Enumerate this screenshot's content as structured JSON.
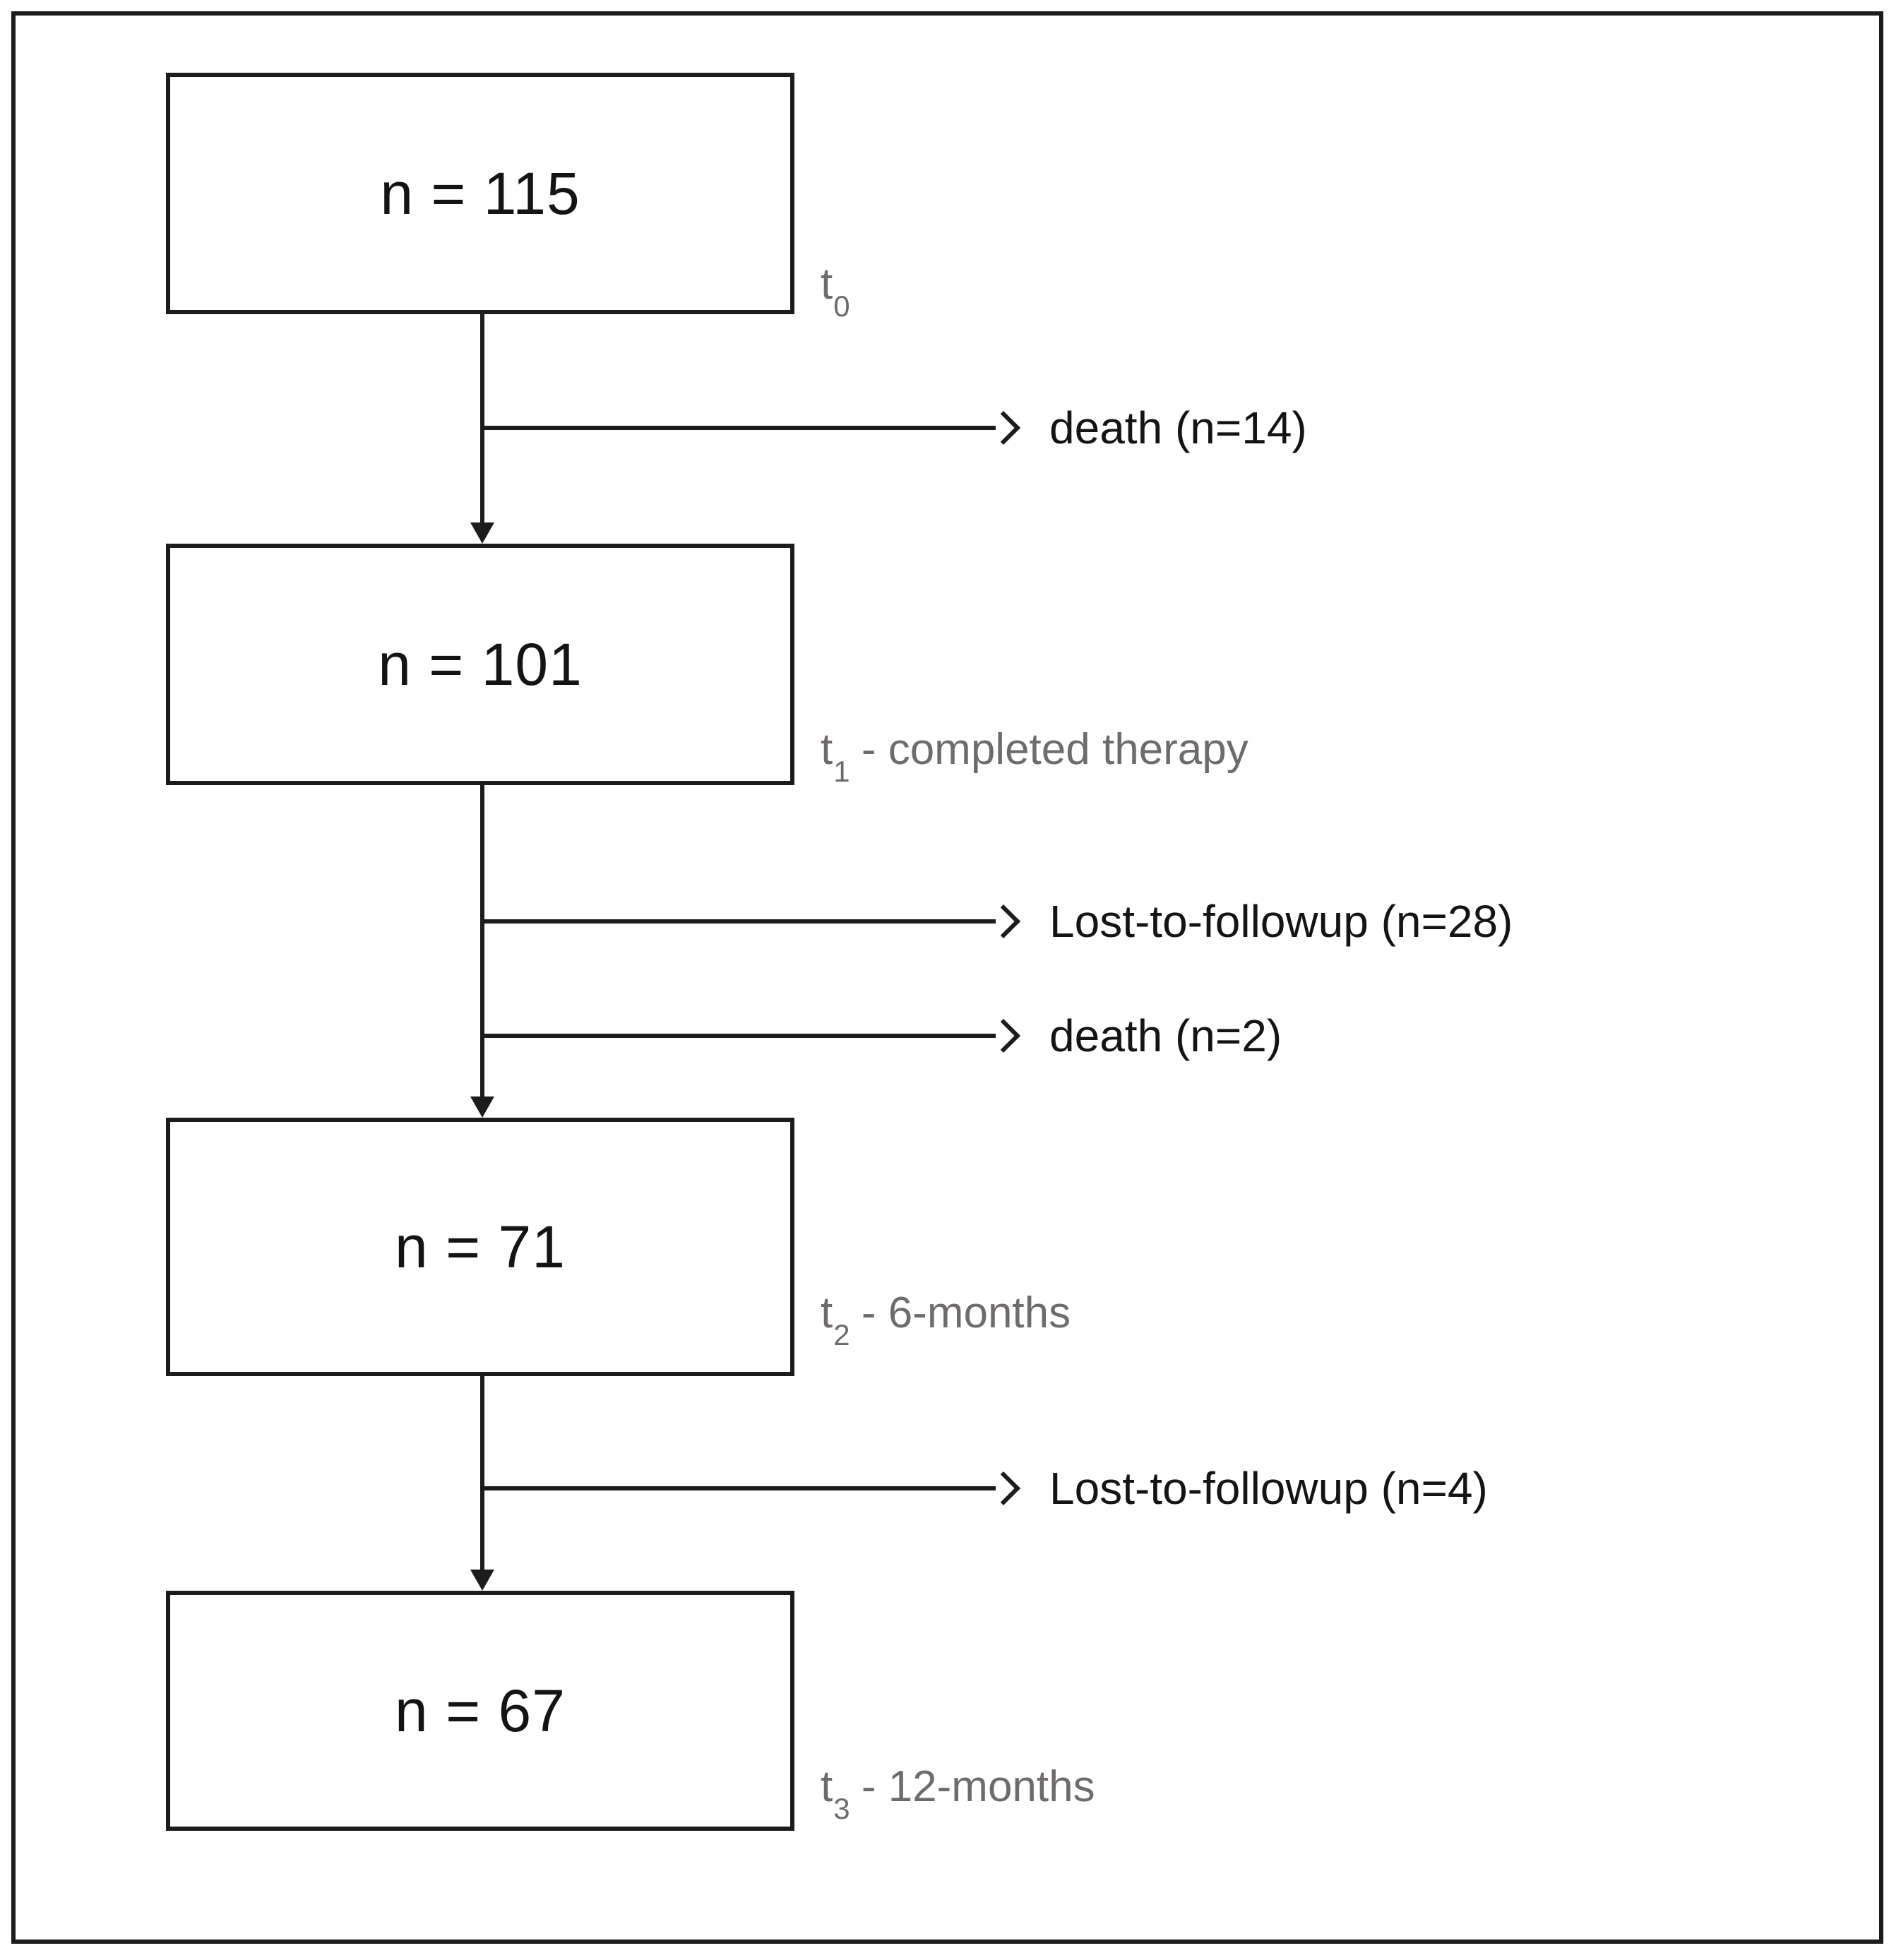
{
  "diagram": {
    "type": "patient-flow-diagram",
    "boxes": [
      {
        "value": "n = 115"
      },
      {
        "value": "n = 101"
      },
      {
        "value": "n = 71"
      },
      {
        "value": "n = 67"
      }
    ],
    "stage_labels": [
      {
        "symbol": "t",
        "subscript": "0",
        "description": ""
      },
      {
        "symbol": "t",
        "subscript": "1",
        "description": " - completed therapy"
      },
      {
        "symbol": "t",
        "subscript": "2",
        "description": " - 6-months"
      },
      {
        "symbol": "t",
        "subscript": "3",
        "description": " - 12-months"
      }
    ],
    "branches": [
      {
        "label": "death (n=14)"
      },
      {
        "label": "Lost-to-followup (n=28)"
      },
      {
        "label": "death (n=2)"
      },
      {
        "label": "Lost-to-followup (n=4)"
      }
    ],
    "colors": {
      "line": "#1c1c1c",
      "box_text": "#141414",
      "stage_label_gray": "#6f6b6b",
      "background": "#ffffff"
    }
  }
}
